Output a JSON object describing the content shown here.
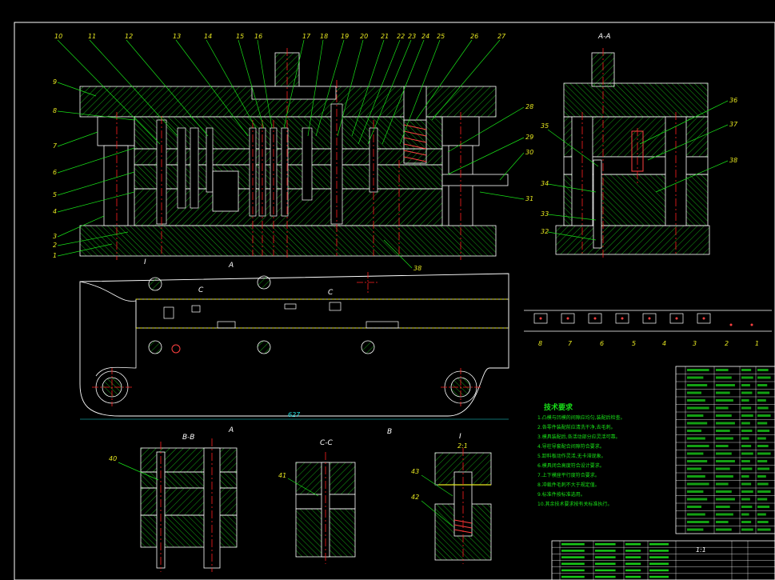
{
  "drawing": {
    "colors": {
      "background": "#000000",
      "outline": "#ffffff",
      "hatch": "#18c818",
      "centerline": "#ff2020",
      "leader": "#18e018",
      "label": "#e8e820",
      "dimension": "#20e0e0"
    },
    "views": {
      "section_aa": "A-A",
      "section_bb": "B-B",
      "section_cc": "C-C",
      "detail_i": "I",
      "detail_scale": "2:1",
      "section_marker_a": "A",
      "section_marker_b": "B",
      "section_marker_c": "C"
    },
    "part_labels_top": [
      "10",
      "11",
      "12",
      "13",
      "14",
      "15",
      "16",
      "17",
      "18",
      "19",
      "20",
      "21",
      "22",
      "23",
      "24",
      "25",
      "26",
      "27"
    ],
    "part_labels_left": [
      "9",
      "8",
      "7",
      "6",
      "5",
      "4",
      "3",
      "2",
      "1"
    ],
    "part_labels_right": [
      "28",
      "29",
      "30",
      "31",
      "38"
    ],
    "part_labels_aa": [
      "35",
      "36",
      "37",
      "38",
      "34",
      "33",
      "32"
    ],
    "part_labels_details": [
      "40",
      "41",
      "42",
      "43"
    ],
    "strip_station_labels": [
      "8",
      "7",
      "6",
      "5",
      "4",
      "3",
      "2",
      "1"
    ],
    "dimension_text_bottom": "627",
    "notes": {
      "title": "技术要求",
      "lines": [
        "1.凸模与凹模的间隙应均匀,装配后检查。",
        "2.各零件装配前应清洗干净,去毛刺。",
        "3.模具装配后,各活动部分应灵活可靠。",
        "4.导柱导套配合间隙符合要求。",
        "5.卸料板动作灵活,无卡滞现象。",
        "6.模具闭合高度符合设计要求。",
        "7.上下模座平行度符合要求。",
        "8.冲裁件毛刺不大于规定值。",
        "9.标准件按标准选用。",
        "10.其余技术要求按有关标准执行。"
      ]
    },
    "title_block": {
      "scale": "1:1"
    },
    "icons": {
      "section_arrow": "section-arrow-icon",
      "centerline_cross": "center-mark-icon"
    }
  }
}
